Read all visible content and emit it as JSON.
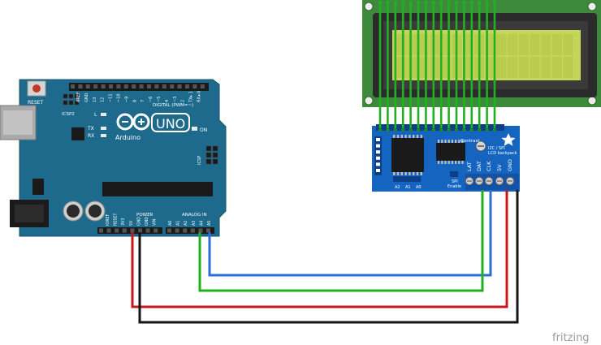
{
  "arduino": {
    "reset_label": "RESET",
    "icsp2_label": "ICSP2",
    "icsp_label": "ICSP",
    "led_l": "L",
    "led_tx": "TX",
    "led_rx": "RX",
    "on_label": "ON",
    "brand_name": "Arduino",
    "model": "UNO",
    "digital_label": "DIGITAL (PWM=~)",
    "aref": "AREF",
    "gnd": "GND",
    "digital_pins": [
      "13",
      "12",
      "~11",
      "~10",
      "~9",
      "8",
      "7",
      "~6",
      "~5",
      "4",
      "~3",
      "2",
      "TX▸ 1",
      "RX◂ 0"
    ],
    "power_label": "POWER",
    "analog_label": "ANALOG IN",
    "power_pins": [
      "IOREF",
      "RESET",
      "3V3",
      "5V",
      "GND",
      "GND",
      "VIN"
    ],
    "analog_pins": [
      "A0",
      "A1",
      "A2",
      "A3",
      "A4",
      "A5"
    ]
  },
  "backpack": {
    "contrast_label": "Contrast",
    "title_line1": "I2C / SPI",
    "title_line2": "LCD backpack",
    "pins": [
      "LAT",
      "DAT",
      "CLK",
      "5V",
      "GND"
    ],
    "addr_pins": [
      "A2",
      "A1",
      "A0"
    ],
    "spi_line1": "SPI",
    "spi_line2": "Enable"
  },
  "watermark": "fritzing",
  "colors": {
    "board_blue": "#1d6a8c",
    "backpack_blue": "#1565c0",
    "pcb_green": "#3d8a3d",
    "lcd_glass": "#c4d65a",
    "wire_green": "#22b022",
    "wire_blue": "#2a6fd6",
    "wire_red": "#c81818",
    "wire_black": "#151515"
  }
}
